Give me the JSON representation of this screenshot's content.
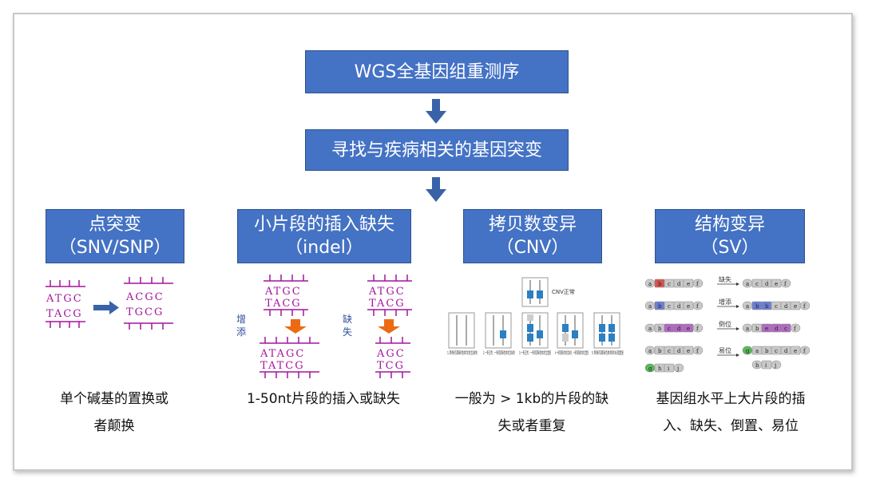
{
  "title": "WGS全基因组重测序",
  "step2": "寻找与疾病相关的基因突变",
  "categories": [
    {
      "name": "点突变",
      "abbr": "（SNV/SNP）",
      "desc": [
        "单个碱基的置换或",
        "者颠换"
      ]
    },
    {
      "name": "小片段的插入缺失",
      "abbr": "（indel）",
      "desc": [
        "1-50nt片段的插入或缺失"
      ]
    },
    {
      "name": "拷贝数变异",
      "abbr": "（CNV）",
      "desc": [
        "一般为 > 1kb的片段的缺",
        "失或者重复"
      ]
    },
    {
      "name": "结构变异",
      "abbr": "（SV）",
      "desc": [
        "基因组水平上大片段的插",
        "入、缺失、倒置、易位"
      ]
    }
  ],
  "snv_fig": {
    "left_top": "ATGC",
    "left_bottom": "TACG",
    "right_top": "ACGC",
    "right_bottom": "TGCG"
  },
  "indel_fig": {
    "insert_label": "增\n添",
    "delete_label": "缺\n失",
    "ins_before_top": "ATGC",
    "ins_before_bottom": "TACG",
    "ins_after_top": "ATAGC",
    "ins_after_bottom": "TATCG",
    "del_before_top": "ATGC",
    "del_before_bottom": "TACG",
    "del_after_top": "AGC",
    "del_after_bottom": "TCG"
  },
  "cnv_fig": {
    "normal_label": "CNV正常",
    "cases": [
      "1.两条同源染色体均发生缺失",
      "2.一条正常、一条同源染色体发生缺失",
      "3.一条正常、一条同源染色体发生重复",
      "4.一条同源染色体发生缺失、一条同源染色体发生重复",
      "5.两条同源染色体同时出现重复"
    ]
  },
  "sv_fig": {
    "labels": [
      "缺失",
      "增添",
      "倒位",
      "易位"
    ],
    "genes": [
      "a",
      "b",
      "c",
      "d",
      "e",
      "f"
    ],
    "extra_genes": [
      "g",
      "h",
      "i",
      "j"
    ]
  },
  "colors": {
    "box": "#4472c4",
    "arrow": "#3a62a8",
    "dna": "#a3159c",
    "orange": "#ed6a12",
    "cnv_blue": "#2b7fc2"
  }
}
